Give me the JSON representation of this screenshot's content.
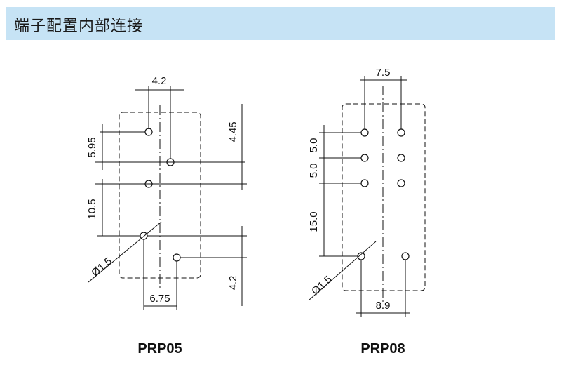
{
  "header": {
    "title": "端子配置内部连接"
  },
  "prp05": {
    "model": "PRP05",
    "dims": {
      "top": "4.2",
      "left_a": "5.95",
      "left_b": "10.5",
      "right_a": "4.45",
      "right_b": "4.2",
      "bottom": "6.75",
      "hole": "Ø1.5"
    }
  },
  "prp08": {
    "model": "PRP08",
    "dims": {
      "top": "7.5",
      "left_a": "5.0",
      "left_b": "5.0",
      "left_c": "15.0",
      "bottom": "8.9",
      "hole": "Ø1.5"
    }
  }
}
